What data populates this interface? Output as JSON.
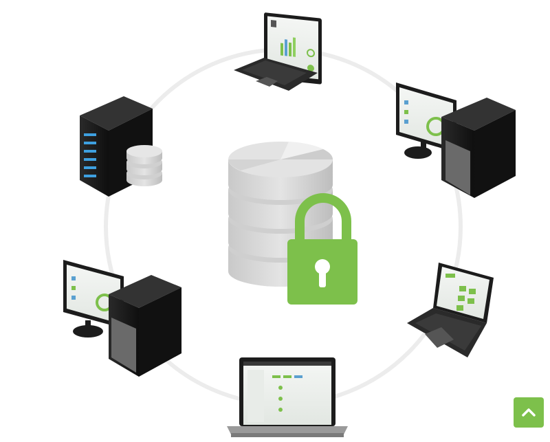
{
  "diagram": {
    "nodes": [
      {
        "id": "database",
        "icon": "database-lock-icon"
      },
      {
        "id": "laptop-top",
        "icon": "laptop-icon"
      },
      {
        "id": "desktop-right",
        "icon": "desktop-tower-icon"
      },
      {
        "id": "laptop-right",
        "icon": "laptop-icon"
      },
      {
        "id": "laptop-bottom",
        "icon": "laptop-icon"
      },
      {
        "id": "desktop-left",
        "icon": "desktop-tower-icon"
      },
      {
        "id": "server-left",
        "icon": "server-database-icon"
      }
    ]
  },
  "colors": {
    "accent_green": "#7dc04b",
    "ring": "#ececec",
    "device_dark": "#1c1c1c",
    "db_gray": "#d8d8d8"
  },
  "scroll_top": {
    "icon": "chevron-up-icon"
  }
}
